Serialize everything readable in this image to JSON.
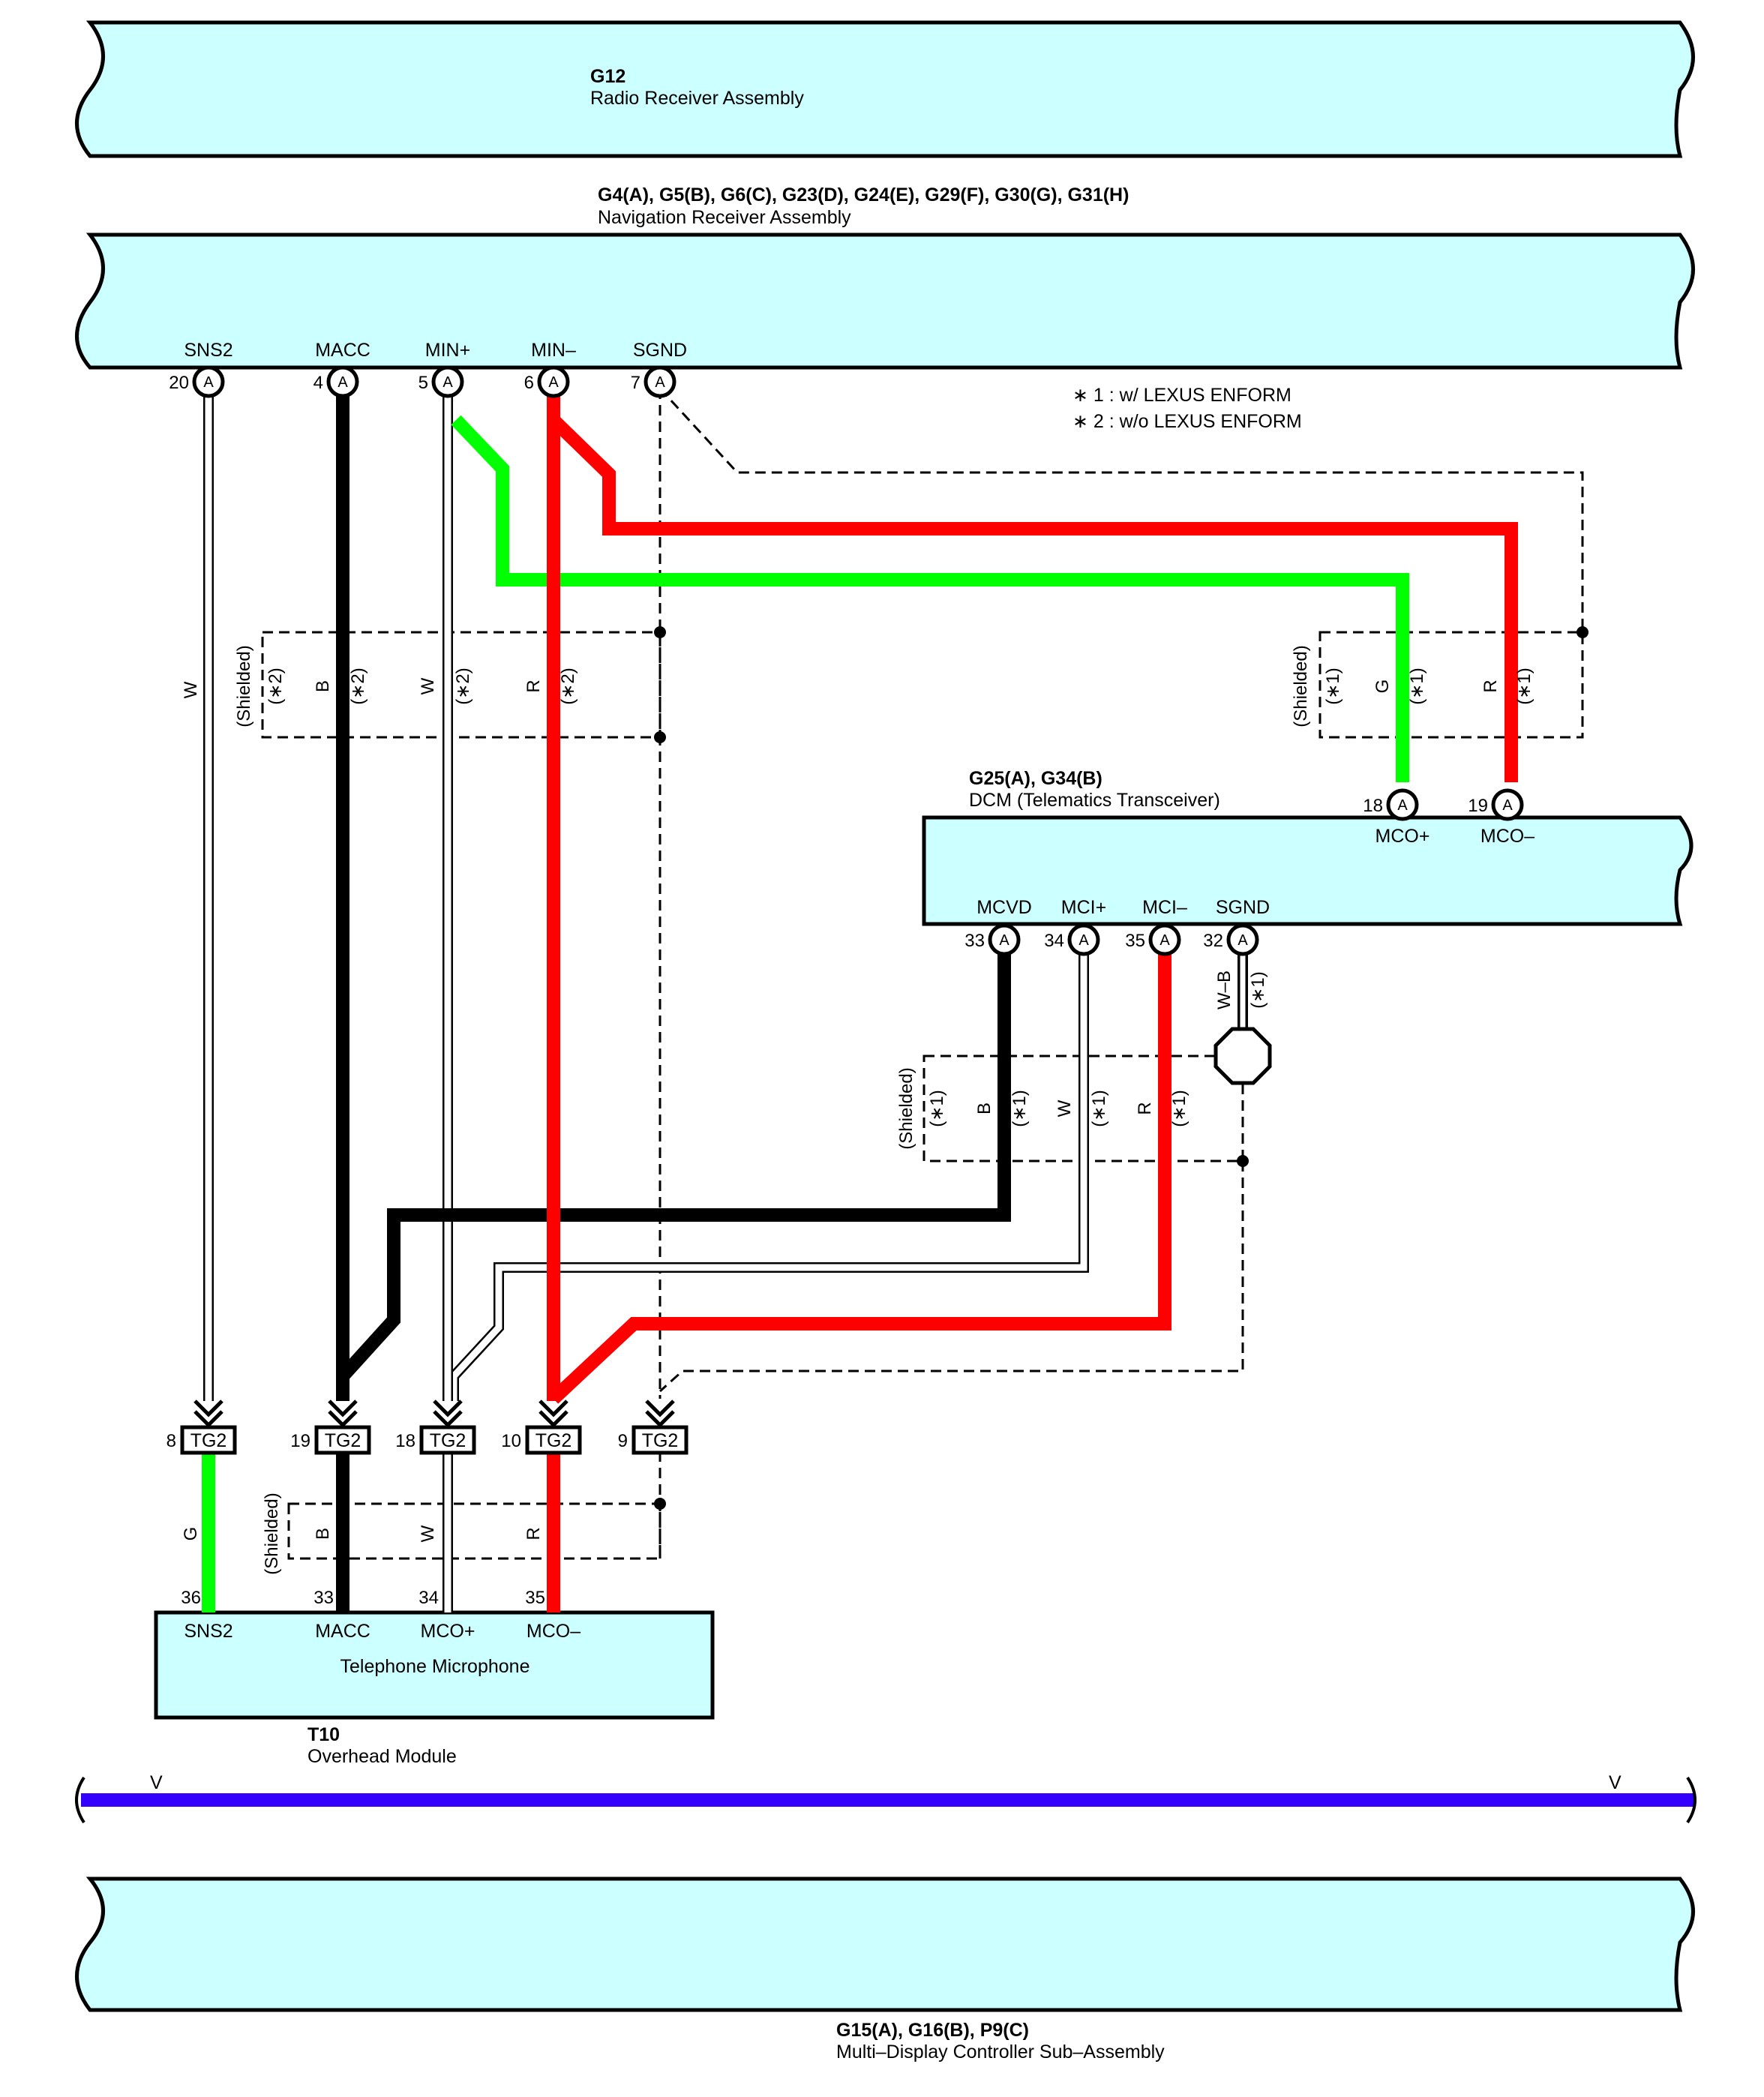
{
  "colors": {
    "component_fill": "#ccffff",
    "wire_green": "#00ff00",
    "wire_red": "#ff0000",
    "wire_black": "#000000",
    "wire_white": "#ffffff",
    "bus_violet": "#3300ff"
  },
  "notes": {
    "n1": "∗ 1 : w/ LEXUS ENFORM",
    "n2": "∗ 2 : w/o LEXUS ENFORM"
  },
  "components": {
    "g12": {
      "code": "G12",
      "name": "Radio Receiver Assembly"
    },
    "nav": {
      "code": "G4(A), G5(B), G6(C), G23(D), G24(E), G29(F), G30(G), G31(H)",
      "name": "Navigation Receiver Assembly"
    },
    "dcm": {
      "code": "G25(A), G34(B)",
      "name": "DCM (Telematics Transceiver)"
    },
    "mic": {
      "name": "Telephone Microphone"
    },
    "t10": {
      "code": "T10",
      "name": "Overhead Module"
    },
    "mdc": {
      "code": "G15(A), G16(B), P9(C)",
      "name": "Multi–Display Controller Sub–Assembly"
    }
  },
  "nav_pins": [
    {
      "name": "SNS2",
      "num": "20",
      "conn": "A"
    },
    {
      "name": "MACC",
      "num": "4",
      "conn": "A"
    },
    {
      "name": "MIN+",
      "num": "5",
      "conn": "A"
    },
    {
      "name": "MIN–",
      "num": "6",
      "conn": "A"
    },
    {
      "name": "SGND",
      "num": "7",
      "conn": "A"
    }
  ],
  "dcm_top_pins": [
    {
      "name": "MCO+",
      "num": "18",
      "conn": "A"
    },
    {
      "name": "MCO–",
      "num": "19",
      "conn": "A"
    }
  ],
  "dcm_bottom_pins": [
    {
      "name": "MCVD",
      "num": "33",
      "conn": "A"
    },
    {
      "name": "MCI+",
      "num": "34",
      "conn": "A"
    },
    {
      "name": "MCI–",
      "num": "35",
      "conn": "A"
    },
    {
      "name": "SGND",
      "num": "32",
      "conn": "A"
    }
  ],
  "tg2": [
    {
      "label": "TG2",
      "num": "8"
    },
    {
      "label": "TG2",
      "num": "19"
    },
    {
      "label": "TG2",
      "num": "18"
    },
    {
      "label": "TG2",
      "num": "10"
    },
    {
      "label": "TG2",
      "num": "9"
    }
  ],
  "mic_pins": [
    {
      "name": "SNS2",
      "num": "36"
    },
    {
      "name": "MACC",
      "num": "33"
    },
    {
      "name": "MCO+",
      "num": "34"
    },
    {
      "name": "MCO–",
      "num": "35"
    }
  ],
  "wire_labels": {
    "w_sns2": "W",
    "shield_left": "(Shielded)",
    "b_left": "B",
    "s2a": "(∗2)",
    "w_left": "W",
    "s2b": "(∗2)",
    "r_left": "R",
    "s2c": "(∗2)",
    "s2d": "(∗2)",
    "shield_right": "(Shielded)",
    "s1a": "(∗1)",
    "g_right": "G",
    "s1b": "(∗1)",
    "r_right": "R",
    "s1c": "(∗1)",
    "wb": "W–B",
    "s1d": "(∗1)",
    "shield_mid": "(Shielded)",
    "s1e": "(∗1)",
    "b_mid": "B",
    "s1f": "(∗1)",
    "w_mid": "W",
    "s1g": "(∗1)",
    "r_mid": "R",
    "s1h": "(∗1)",
    "shield_low": "(Shielded)",
    "b_low": "B",
    "w_low": "W",
    "r_low": "R",
    "g_low": "G",
    "v_left": "V",
    "v_right": "V"
  }
}
